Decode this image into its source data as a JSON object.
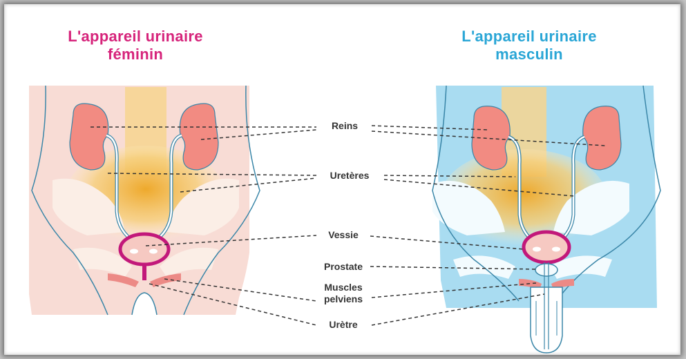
{
  "titles": {
    "feminine_line1": "L'appareil urinaire",
    "feminine_line2": "féminin",
    "masculine_line1": "L'appareil urinaire",
    "masculine_line2": "masculin"
  },
  "labels": {
    "reins": "Reins",
    "ureteres": "Uretères",
    "vessie": "Vessie",
    "prostate": "Prostate",
    "muscles_line1": "Muscles",
    "muscles_line2": "pelviens",
    "uretre": "Urètre"
  },
  "colors": {
    "feminine_title": "#d6247b",
    "masculine_title": "#2aa6d6",
    "feminine_body": "#f7d6cf",
    "masculine_body": "#a9dcf1",
    "kidney": "#f28b82",
    "bladder_outline": "#c2187a",
    "pelvis_glow": "#f0b63a"
  }
}
